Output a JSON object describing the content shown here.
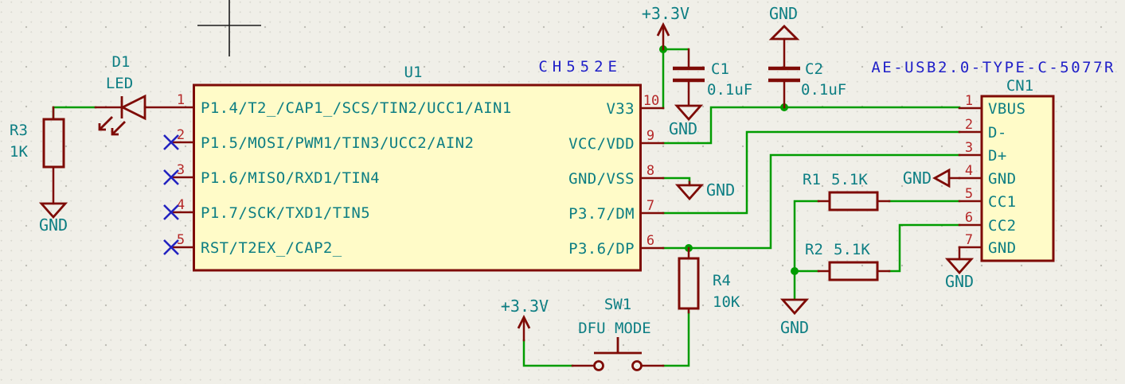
{
  "colors": {
    "background": "#f0efe8",
    "wire_green": "#009c00",
    "symbol_maroon": "#7e0b06",
    "body_fill_yellow": "#fffbc8",
    "reference_teal": "#0d7e83",
    "value_blue": "#2020c8",
    "pin_number_red": "#b52828",
    "no_connect_blue": "#2222c0"
  },
  "nets": {
    "p3v3": "+3.3V",
    "gnd": "GND"
  },
  "components": {
    "u1": {
      "ref": "U1",
      "value": "CH552E",
      "left_pins": [
        {
          "num": "1",
          "name": "P1.4/T2_/CAP1_/SCS/TIN2/UCC1/AIN1"
        },
        {
          "num": "2",
          "name": "P1.5/MOSI/PWM1/TIN3/UCC2/AIN2"
        },
        {
          "num": "3",
          "name": "P1.6/MISO/RXD1/TIN4"
        },
        {
          "num": "4",
          "name": "P1.7/SCK/TXD1/TIN5"
        },
        {
          "num": "5",
          "name": "RST/T2EX_/CAP2_"
        }
      ],
      "right_pins": [
        {
          "num": "10",
          "name": "V33"
        },
        {
          "num": "9",
          "name": "VCC/VDD"
        },
        {
          "num": "8",
          "name": "GND/VSS"
        },
        {
          "num": "7",
          "name": "P3.7/DM"
        },
        {
          "num": "6",
          "name": "P3.6/DP"
        }
      ]
    },
    "cn1": {
      "ref": "CN1",
      "value": "AE-USB2.0-TYPE-C-5077R",
      "pins": [
        {
          "num": "1",
          "name": "VBUS"
        },
        {
          "num": "2",
          "name": "D-"
        },
        {
          "num": "3",
          "name": "D+"
        },
        {
          "num": "4",
          "name": "GND"
        },
        {
          "num": "5",
          "name": "CC1"
        },
        {
          "num": "6",
          "name": "CC2"
        },
        {
          "num": "7",
          "name": "GND"
        }
      ]
    },
    "d1": {
      "ref": "D1",
      "value": "LED"
    },
    "r1": {
      "ref": "R1",
      "value": "5.1K"
    },
    "r2": {
      "ref": "R2",
      "value": "5.1K"
    },
    "r3": {
      "ref": "R3",
      "value": "1K"
    },
    "r4": {
      "ref": "R4",
      "value": "10K"
    },
    "c1": {
      "ref": "C1",
      "value": "0.1uF"
    },
    "c2": {
      "ref": "C2",
      "value": "0.1uF"
    },
    "sw1": {
      "ref": "SW1",
      "value": "DFU MODE"
    }
  }
}
